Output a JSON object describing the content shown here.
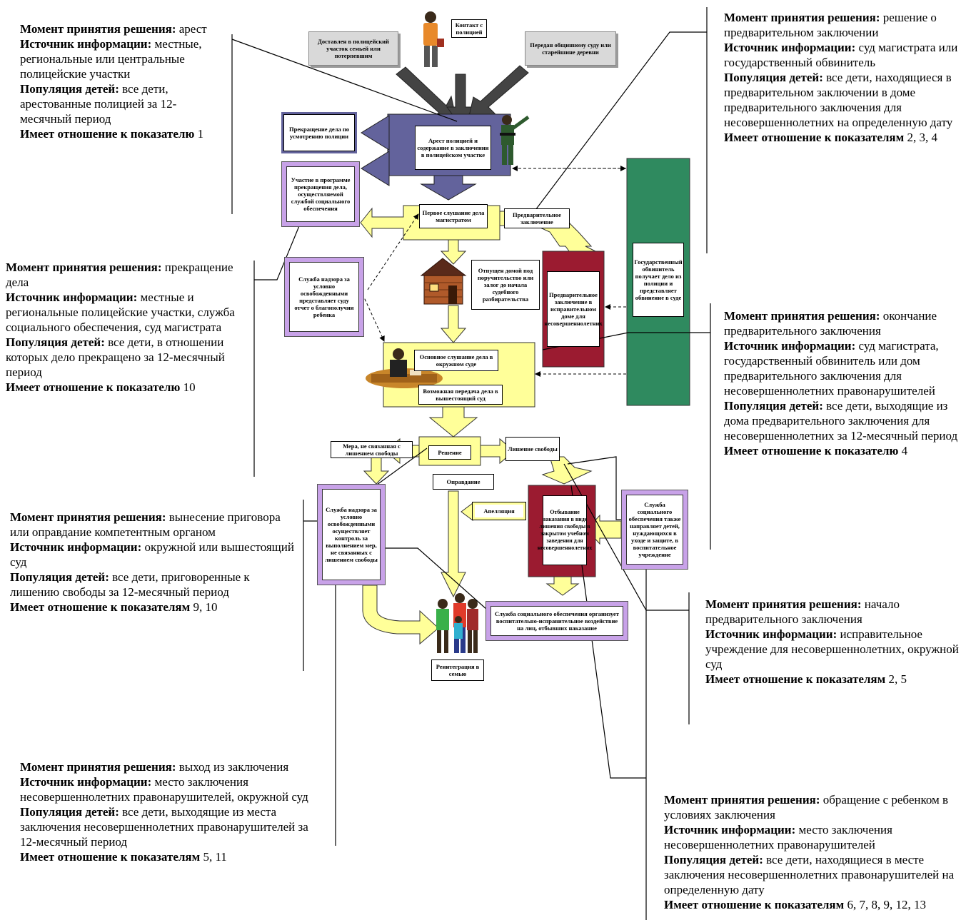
{
  "labels": {
    "decision": "Момент принятия решения:",
    "source": "Источник информации:",
    "population": "Популяция детей:",
    "relevant_single": "Имеет отношение к показателю",
    "relevant_plural": "Имеет отношение к показателям"
  },
  "notes": {
    "n1": {
      "decision_label": "Момент принятия решения:",
      "decision": "арест",
      "source_label": "Источник информации:",
      "source": "местные, региональные или центральные полицейские участки",
      "population_label": "Популяция детей:",
      "population": "все дети, арестованные полицией за 12-месячный период",
      "relevant_label": "Имеет отношение к показателю",
      "relevant": "1"
    },
    "n2": {
      "decision_label": "Момент принятия решения:",
      "decision": "решение о предварительном заключении",
      "source_label": "Источник информации:",
      "source": "суд магистрата или государственный обвинитель",
      "population_label": "Популяция детей:",
      "population": "все дети, находящиеся в предварительном заключении в доме предварительного заключения для несовершеннолетних на определенную дату",
      "relevant_label": "Имеет отношение к показателям",
      "relevant": "2, 3, 4"
    },
    "n3": {
      "decision_label": "Момент принятия решения:",
      "decision": "прекращение дела",
      "source_label": "Источник информации:",
      "source": "местные и региональные полицейские участки, служба социального обеспечения, суд магистрата",
      "population_label": "Популяция детей:",
      "population": "все дети, в отношении которых дело прекращено за 12-месячный период",
      "relevant_label": "Имеет отношение к показателю",
      "relevant": "10"
    },
    "n4": {
      "decision_label": "Момент принятия решения:",
      "decision": "окончание предварительного заключения",
      "source_label": "Источник информации:",
      "source": "суд магистрата, государственный обвинитель или дом предварительного заключения для несовершеннолетних правонарушителей",
      "population_label": "Популяция детей:",
      "population": "все дети, выходящие из дома предварительного заключения для несовершеннолетних за 12-месячный период",
      "relevant_label": "Имеет отношение к показателю",
      "relevant": "4"
    },
    "n5": {
      "decision_label": "Момент принятия решения:",
      "decision": "вынесение приговора или оправдание компетентным органом",
      "source_label": "Источник информации:",
      "source": "окружной или вышестоящий суд",
      "population_label": "Популяция детей:",
      "population": "все дети, приговоренные к лишению свободы за 12-месячный период",
      "relevant_label": "Имеет отношение к показателям",
      "relevant": "9, 10"
    },
    "n6": {
      "decision_label": "Момент принятия решения:",
      "decision": "начало предварительного заключения",
      "source_label": "Источник информации:",
      "source": "исправительное учреждение для несовершеннолетних, окружной суд",
      "population_label": "",
      "population": "",
      "relevant_label": "Имеет отношение к показателям",
      "relevant": "2, 5"
    },
    "n7": {
      "decision_label": "Момент принятия решения:",
      "decision": "выход из заключения",
      "source_label": "Источник информации:",
      "source": "место заключения несовершеннолетних правонарушителей, окружной суд",
      "population_label": "Популяция детей:",
      "population": "все дети, выходящие из места заключения несовершеннолетних правонарушителей за 12-месячный период",
      "relevant_label": "Имеет отношение к показателям",
      "relevant": "5, 11"
    },
    "n8": {
      "decision_label": "Момент принятия решения:",
      "decision": "обращение с ребенком в условиях заключения",
      "source_label": "Источник информации:",
      "source": "место заключения несовершеннолетних правонарушителей",
      "population_label": "Популяция детей:",
      "population": "все дети, находящиеся в месте заключения несовершеннолетних правонарушителей на определенную дату",
      "relevant_label": "Имеет отношение к показателям",
      "relevant": "6, 7, 8, 9, 12, 13"
    }
  },
  "boxes": {
    "contact": "Контакт с полицией",
    "delivered": "Доставлен в полицейский участок семьей или потерпевшим",
    "community": "Передан общинному суду или старейшине деревни",
    "police_discretion": "Прекращение дела по усмотрению полиции",
    "arrest": "Арест полицией и содержание в заключении в полицейском участке",
    "welfare_program": "Участие в программе прекращения дела, осуществляемой службой социального обеспечения",
    "first_hearing": "Первое слушание дела магистратом",
    "pretrial_label": "Предварительное заключение",
    "probation_report": "Служба надзора за условно освобожденными представляет суду отчет о благополучии ребенка",
    "released": "Отпущен домой под поручительство или залог до начала судебного разбирательства",
    "pretrial_detention": "Предварительное заключение в исправительном доме для несовершеннолетних",
    "prosecutor": "Государственный обвинитель получает дело из полиции и представляет обвинение в суде",
    "main_hearing": "Основное слушание дела в окружном суде",
    "higher_court": "Возможная передача дела в вышестоящий суд",
    "non_custodial": "Мера, не связанная с лишением свободы",
    "decision": "Решение",
    "deprivation": "Лишение свободы",
    "acquittal": "Оправдание",
    "appeal": "Апелляция",
    "probation_control": "Служба надзора за условно освобожденными осуществляет контроль за выполнением мер, не связанных с лишением свободы",
    "serving_sentence": "Отбывание наказания в виде лишения свободы в закрытом учебном заведении для несовершеннолетних",
    "welfare_sends": "Служба социального обеспечения также направляет детей, нуждающихся в уходе и защите, в воспитательное учреждение",
    "welfare_aftercare": "Служба социального обеспечения организует воспитательно-исправительное воздействие на лиц, отбывших наказание",
    "reintegration": "Реинтеграция в семью"
  },
  "colors": {
    "purple": "#63639c",
    "lightpurple": "#c8a2e8",
    "yellow": "#ffff99",
    "maroon": "#9b1b30",
    "green": "#2f8a5f",
    "grey": "#d9d9d9"
  }
}
